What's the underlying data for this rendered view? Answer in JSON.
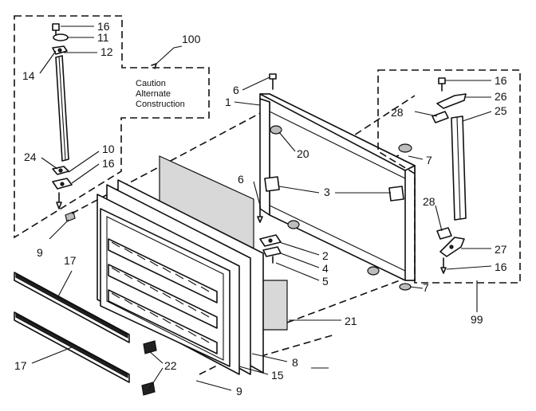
{
  "diagram": {
    "caution_note": [
      "Caution",
      "Alternate",
      "Construction"
    ],
    "callouts": {
      "c16a": "16",
      "c11": "11",
      "c12": "12",
      "c14": "14",
      "c100": "100",
      "c24": "24",
      "c10": "10",
      "c16b": "16",
      "c9a": "9",
      "c6a": "6",
      "c1": "1",
      "c20": "20",
      "c6b": "6",
      "c3": "3",
      "c2": "2",
      "c4": "4",
      "c5": "5",
      "c21": "21",
      "c8": "8",
      "c15": "15",
      "c9b": "9",
      "c17a": "17",
      "c17b": "17",
      "c22": "22",
      "c16c": "16",
      "c26": "26",
      "c28a": "28",
      "c25": "25",
      "c7a": "7",
      "c28b": "28",
      "c27": "27",
      "c16d": "16",
      "c7b": "7",
      "c99": "99"
    }
  }
}
